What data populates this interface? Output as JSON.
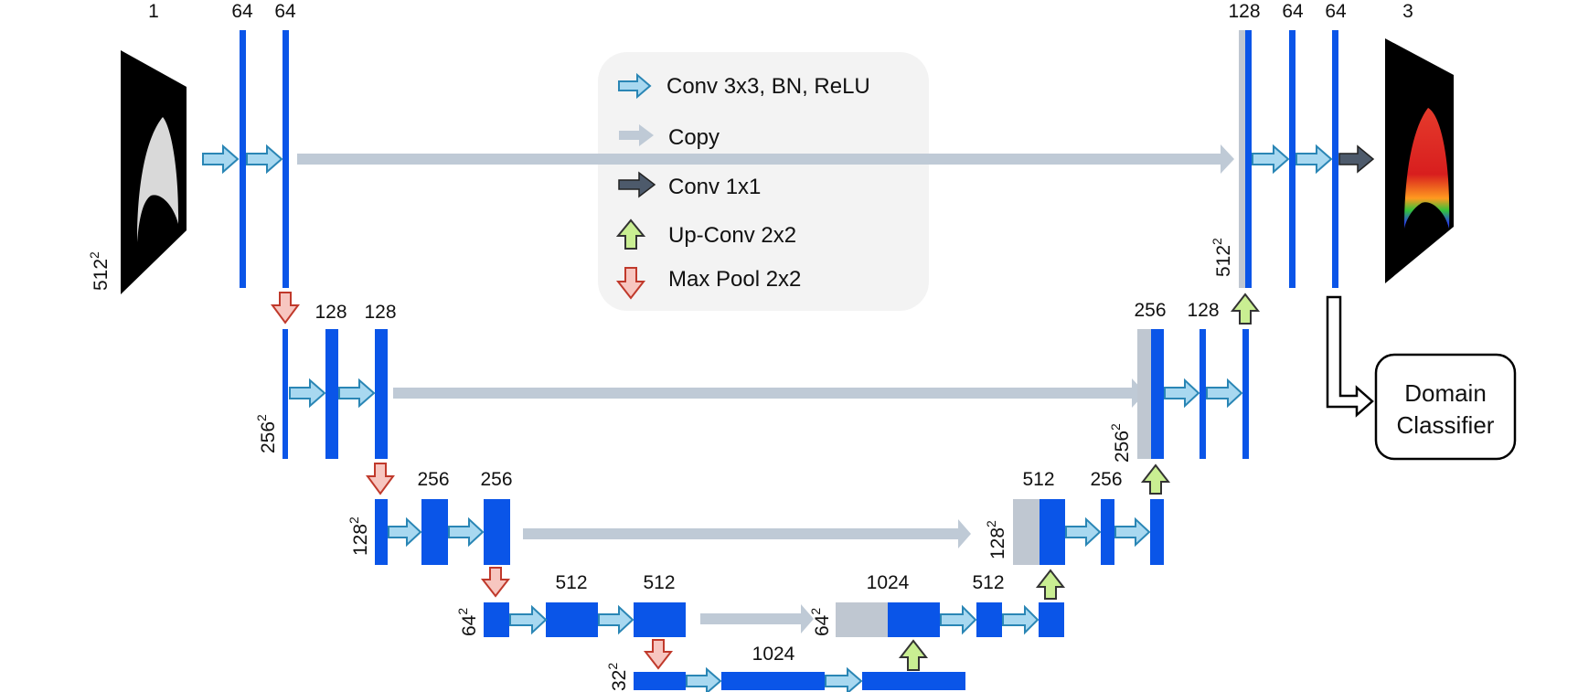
{
  "legend": {
    "items": [
      {
        "icon": "conv3x3-arrow-icon",
        "label": "Conv 3x3, BN, ReLU"
      },
      {
        "icon": "copy-arrow-icon",
        "label": "Copy"
      },
      {
        "icon": "conv1x1-arrow-icon",
        "label": "Conv 1x1"
      },
      {
        "icon": "upconv-arrow-icon",
        "label": "Up-Conv 2x2"
      },
      {
        "icon": "maxpool-arrow-icon",
        "label": "Max Pool 2x2"
      }
    ]
  },
  "channels": {
    "input": "1",
    "enc1_a": "64",
    "enc1_b": "64",
    "enc2_a": "128",
    "enc2_b": "128",
    "enc3_a": "256",
    "enc3_b": "256",
    "enc4_a": "512",
    "enc4_b": "512",
    "bottleneck": "1024",
    "dec4_concat": "1024",
    "dec4_conv": "512",
    "dec3_concat": "512",
    "dec3_conv": "256",
    "dec2_concat": "256",
    "dec2_conv": "128",
    "dec1_concat": "128",
    "dec1_a": "64",
    "dec1_b": "64",
    "output": "3"
  },
  "resolutions": {
    "r512": {
      "base": "512",
      "exp": "2"
    },
    "r256": {
      "base": "256",
      "exp": "2"
    },
    "r128": {
      "base": "128",
      "exp": "2"
    },
    "r64": {
      "base": "64",
      "exp": "2"
    },
    "r32": {
      "base": "32",
      "exp": "2"
    }
  },
  "domain_classifier": {
    "line1": "Domain",
    "line2": "Classifier"
  },
  "colors": {
    "feature_map": "#0a55e8",
    "copied_map": "#bfc7d1",
    "conv_arrow": "#a8d8f0",
    "conv_arrow_stroke": "#2a86b5",
    "copy_arrow": "#bfcad6",
    "conv1x1_arrow": "#4d5a6b",
    "upconv_arrow": "#c9ee92",
    "maxpool_arrow": "#f7c6c0",
    "maxpool_stroke": "#c0392b",
    "legend_bg": "#f3f3f3"
  }
}
